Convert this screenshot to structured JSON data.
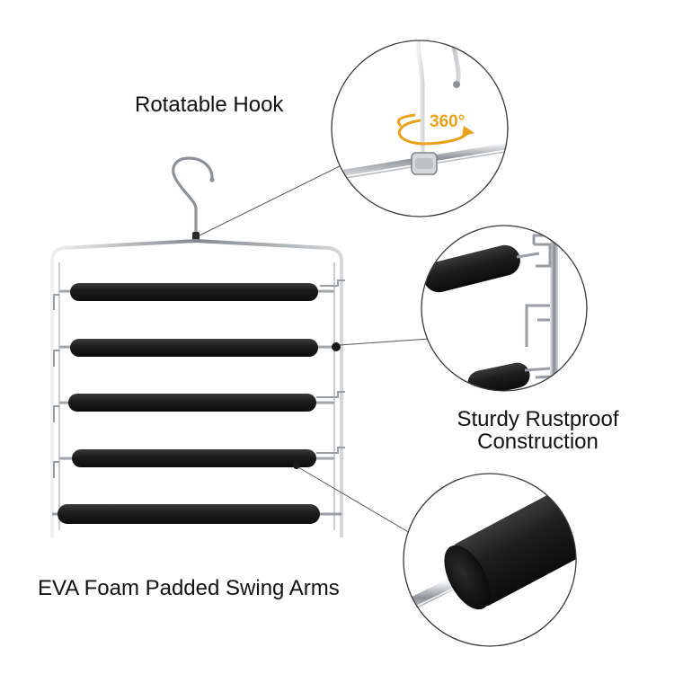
{
  "callouts": {
    "hook": "Rotatable Hook",
    "rotation_badge": "360°",
    "construction_line1": "Sturdy Rustproof",
    "construction_line2": "Construction",
    "foam": "EVA Foam Padded Swing Arms"
  },
  "colors": {
    "foam": "#1c1c1c",
    "metal": "#9a9ea3",
    "accent": "#e8a21c",
    "outline": "#333333"
  }
}
